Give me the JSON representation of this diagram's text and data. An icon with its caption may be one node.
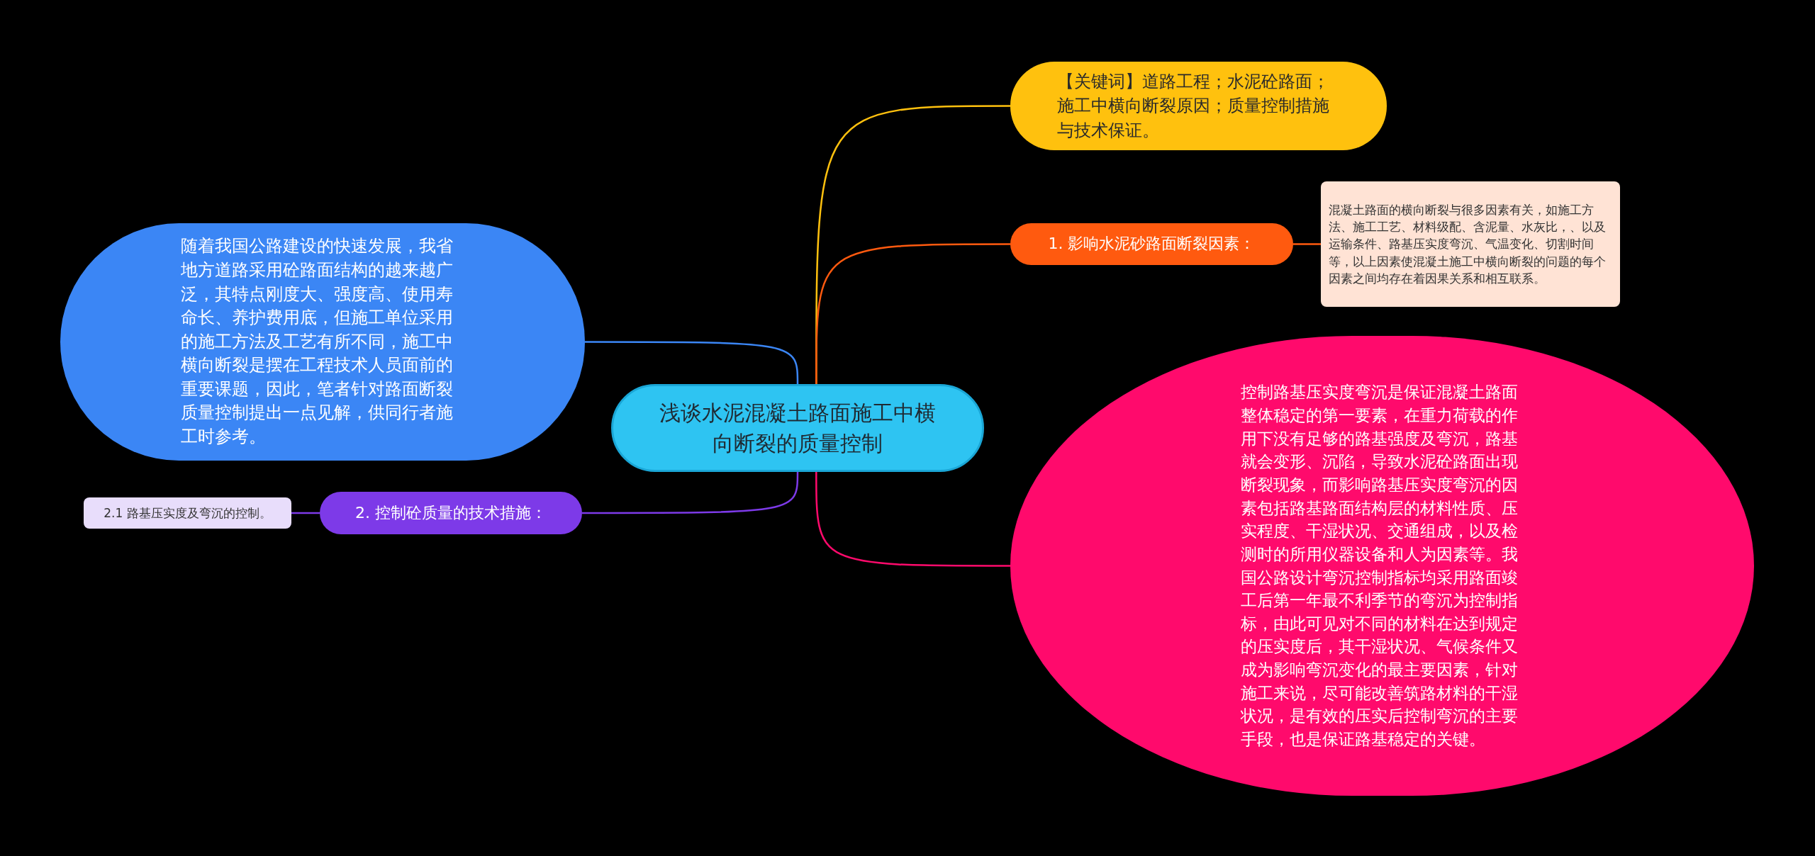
{
  "diagram": {
    "nodes": [
      {
        "text": [
          "浅谈水泥混凝土路面施工中横向断裂的质量控制"
        ]
      },
      {
        "text": [
          "随着我国公路建设的快速发展，我省地方道路采用砼路面结构的越来越广泛，其特点刚度大、强度高、使用寿命长、养护费用底，但施工单位采用的施工方法及工艺有所不同，施工中横向断裂是摆在工程技术人员面前的重要课题，因此，笔者针对路面断裂质量控制提出一点见解，供同行者施工时参考。"
        ]
      },
      {
        "text": [
          "【关键词】道路工程；水泥砼路面；施工中横向断裂原因；质量控制措施与技术保证。"
        ]
      },
      {
        "text": [
          "1. 影响水泥砂路面断裂因素："
        ]
      },
      {
        "text": [
          "混凝土路面的横向断裂与很多因素有关，如施工方法、施工工艺、材料级配、含泥量、水灰比，、以及运输条件、路基压实度弯沉、气温变化、切割时间等，以上因素使混凝土施工中横向断裂的问题的每个因素之间均存在着因果关系和相互联系。"
        ]
      },
      {
        "text": [
          "控制路基压实度弯沉是保证混凝土路面整体稳定的第一要素，在重力荷载的作用下没有足够的路基强度及弯沉，路基就会变形、沉陷，导致水泥砼路面出现断裂现象，而影响路基压实度弯沉的因素包括路基路面结构层的材料性质、压实程度、干湿状况、交通组成，以及检测时的所用仪器设备和人为因素等。我国公路设计弯沉控制指标均采用路面竣工后第一年最不利季节的弯沉为控制指标，由此可见对不同的材料在达到规定的压实度后，其干湿状况、气候条件又成为影响弯沉变化的最主要因素，针对施工来说，尽可能改善筑路材料的干湿状况，是有效的压实后控制弯沉的主要手段，也是保证路基稳定的关键。"
        ]
      },
      {
        "text": [
          "2. 控制砼质量的技术措施："
        ]
      },
      {
        "text": [
          "2.1 路基压实度及弯沉的控制。"
        ]
      }
    ],
    "edges": [
      {
        "from": 0,
        "to": 1,
        "arrow": "none",
        "color": "#3b86f5"
      },
      {
        "from": 0,
        "to": 2,
        "arrow": "none",
        "color": "#ffc10e"
      },
      {
        "from": 0,
        "to": 3,
        "arrow": "none",
        "color": "#ff5a0f"
      },
      {
        "from": 3,
        "to": 4,
        "arrow": "none",
        "color": "#ff5a0f"
      },
      {
        "from": 0,
        "to": 5,
        "arrow": "none",
        "color": "#ff0a6c"
      },
      {
        "from": 0,
        "to": 6,
        "arrow": "none",
        "color": "#7d3ae8"
      },
      {
        "from": 6,
        "to": 7,
        "arrow": "none",
        "color": "#7d3ae8"
      }
    ]
  }
}
